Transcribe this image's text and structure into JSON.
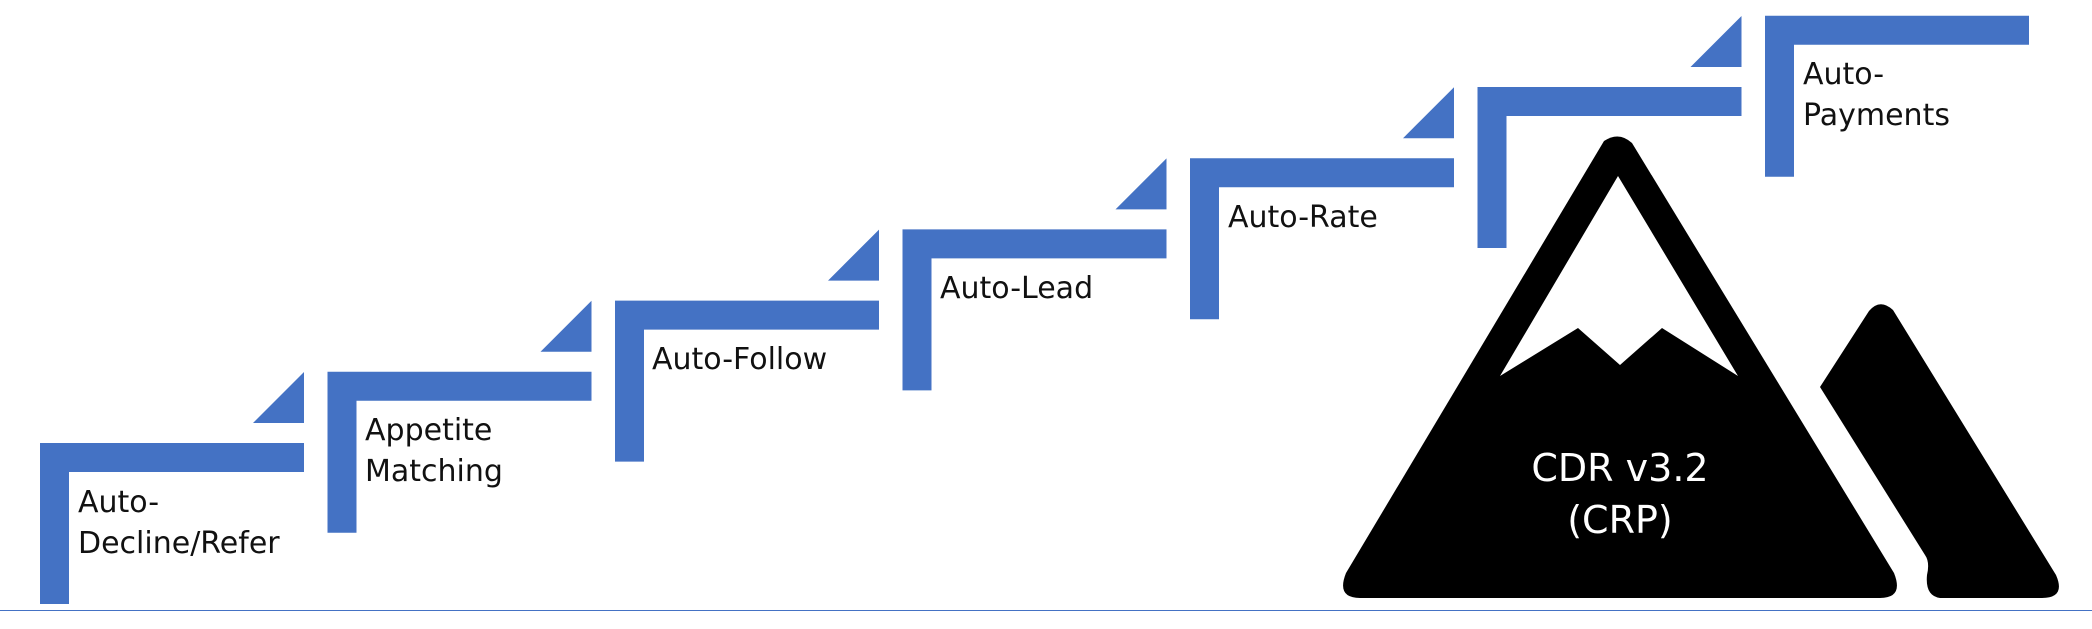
{
  "colors": {
    "step_blue": "#4472c4",
    "mountain": "#000000",
    "snow": "#ffffff",
    "label_text": "#111111",
    "peak_text": "#ffffff"
  },
  "steps": [
    {
      "lines": [
        "Auto-",
        "Decline/Refer"
      ]
    },
    {
      "lines": [
        "Appetite",
        "Matching"
      ]
    },
    {
      "lines": [
        "Auto-Follow"
      ]
    },
    {
      "lines": [
        "Auto-Lead"
      ]
    },
    {
      "lines": [
        "Auto-Rate"
      ]
    },
    {
      "lines": []
    },
    {
      "lines": [
        "Auto-",
        "Payments"
      ]
    }
  ],
  "mountain": {
    "lines": [
      "CDR v3.2",
      "(CRP)"
    ]
  }
}
